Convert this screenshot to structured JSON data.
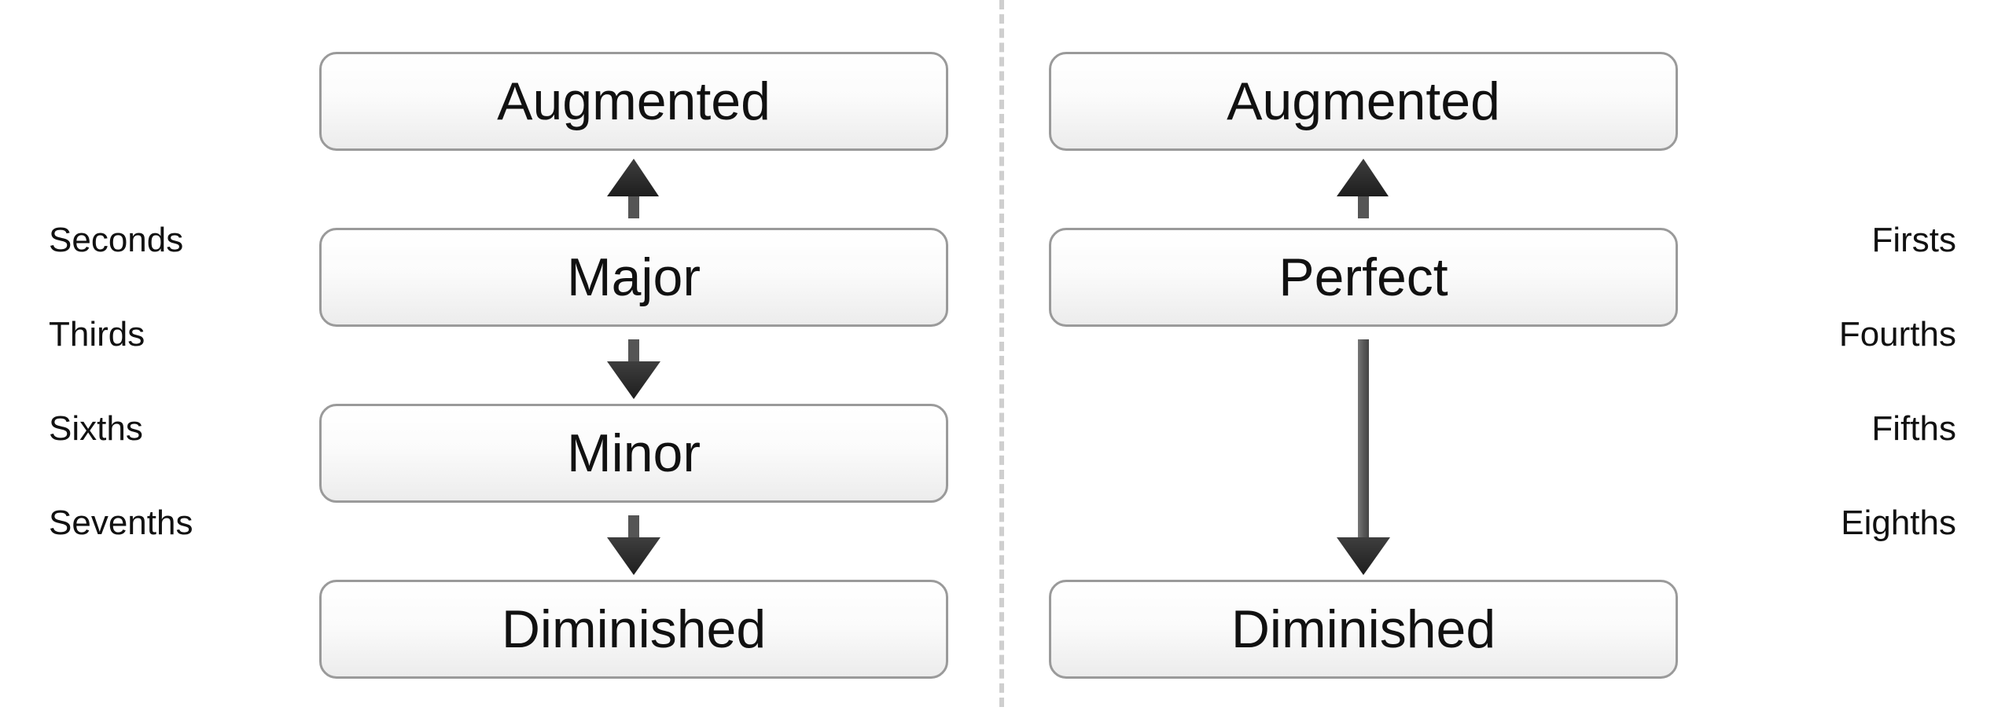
{
  "left_column": {
    "boxes": [
      "Augmented",
      "Major",
      "Minor",
      "Diminished"
    ],
    "side_labels": [
      "Seconds",
      "Thirds",
      "Sixths",
      "Sevenths"
    ]
  },
  "right_column": {
    "boxes": [
      "Augmented",
      "Perfect",
      "Diminished"
    ],
    "side_labels": [
      "Firsts",
      "Fourths",
      "Fifths",
      "Eighths"
    ]
  },
  "colors": {
    "box_border": "#9a9a9a",
    "arrow": "#3a3a3a",
    "divider": "#cfcfcf",
    "text": "#111111"
  }
}
